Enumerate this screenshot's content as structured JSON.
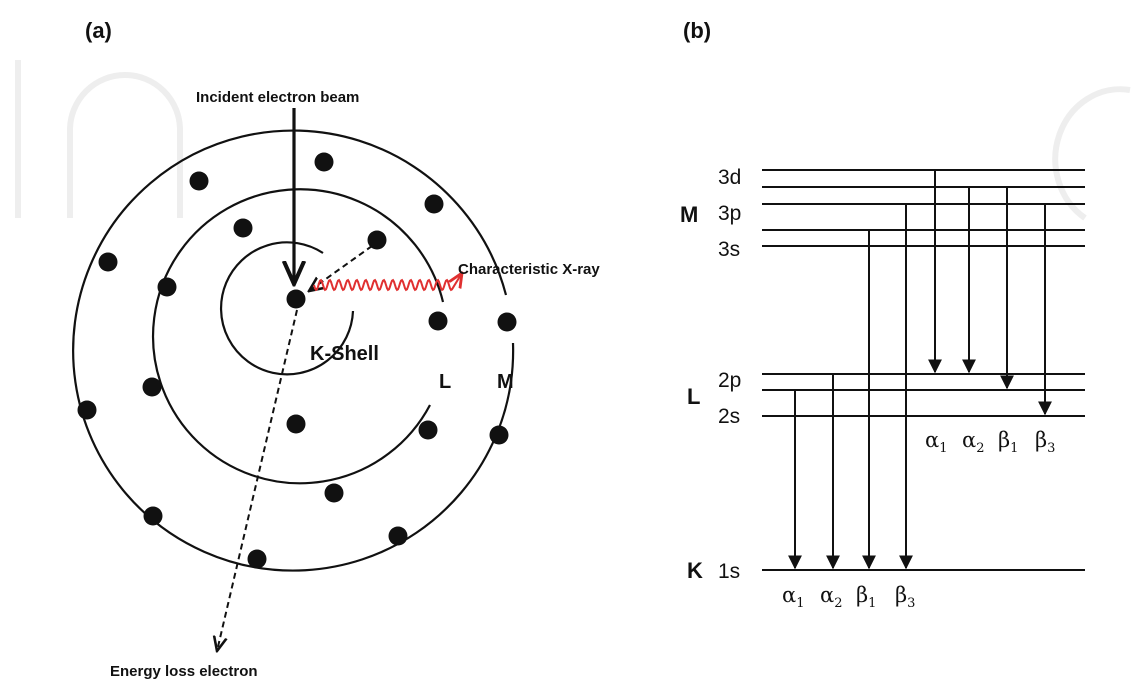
{
  "panels": {
    "a": {
      "label": "(a)",
      "incident_label": "Incident electron beam",
      "xray_label": "Characteristic X-ray",
      "energy_loss_label": "Energy loss electron",
      "shells": {
        "k": "K-Shell",
        "l": "L",
        "m": "M"
      }
    },
    "b": {
      "label": "(b)",
      "groups": {
        "m": "M",
        "l": "L",
        "k": "K"
      },
      "levels": {
        "3d": "3d",
        "3p": "3p",
        "3s": "3s",
        "2p": "2p",
        "2s": "2s",
        "1s": "1s"
      },
      "ml_transitions": [
        {
          "sym": "α",
          "sub": "1"
        },
        {
          "sym": "α",
          "sub": "2"
        },
        {
          "sym": "β",
          "sub": "1"
        },
        {
          "sym": "β",
          "sub": "3"
        }
      ],
      "k_transitions": [
        {
          "sym": "α",
          "sub": "1"
        },
        {
          "sym": "α",
          "sub": "2"
        },
        {
          "sym": "β",
          "sub": "1"
        },
        {
          "sym": "β",
          "sub": "3"
        }
      ]
    }
  },
  "colors": {
    "xray": "#e03030",
    "ink": "#111111"
  }
}
